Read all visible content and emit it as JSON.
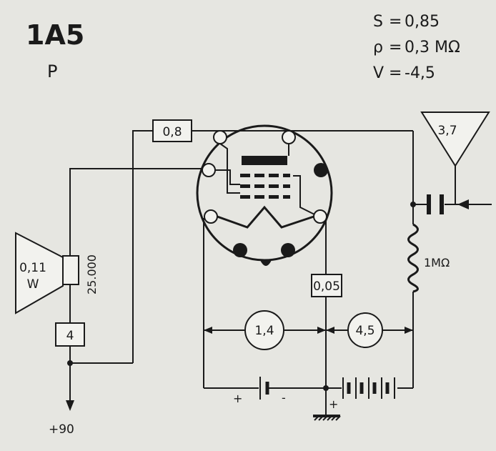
{
  "title": "1A5",
  "subtitle": "P",
  "specs": [
    {
      "symbol": "S",
      "eq": "=",
      "value": "0,85"
    },
    {
      "symbol": "ρ",
      "eq": "=",
      "value": "0,3 MΩ"
    },
    {
      "symbol": "V",
      "eq": "=",
      "value": "-4,5"
    }
  ],
  "labels": {
    "plate_resistor": "0,8",
    "antenna": "3,7",
    "grid_resistor": "1MΩ",
    "cathode_resistor": "0,05",
    "speaker_power_top": "0,11",
    "speaker_power_bottom": "W",
    "speaker_impedance": "25.000",
    "speaker_resistor": "4",
    "filament_voltage": "1,4",
    "bias_voltage": "4,5",
    "supply": "+90",
    "battery_plus": "+",
    "battery_minus": "-",
    "ground_plus": "+"
  },
  "colors": {
    "background": "#e6e6e1",
    "ink": "#1a1a1a"
  }
}
